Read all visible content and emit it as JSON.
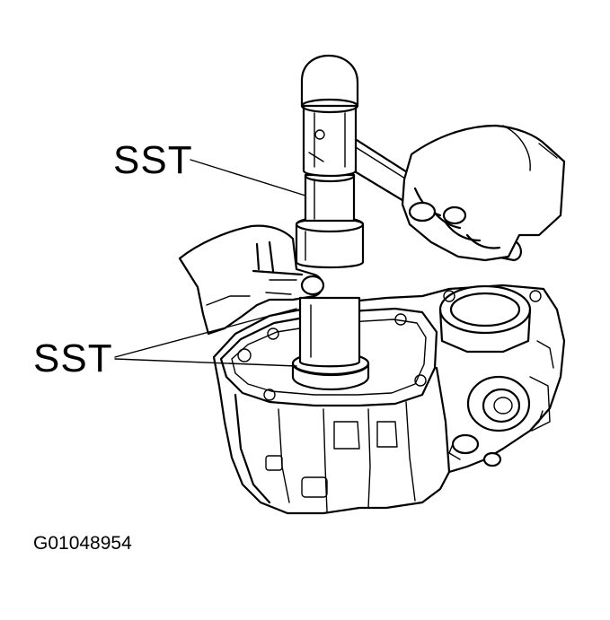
{
  "labels": {
    "tool_upper": "SST",
    "tool_lower": "SST"
  },
  "figure_id": "G01048954",
  "colors": {
    "ink": "#000000",
    "background": "#ffffff"
  }
}
